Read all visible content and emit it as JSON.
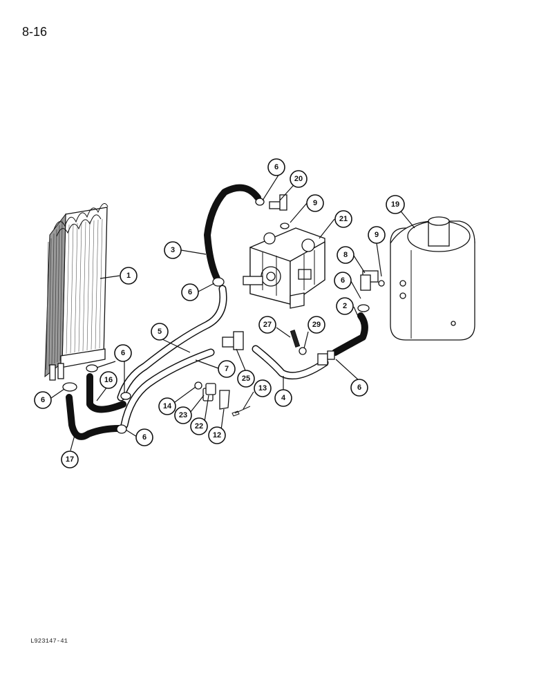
{
  "page": {
    "number": "8-16",
    "reference_code": "L923147-41"
  },
  "callouts": [
    {
      "id": "c1",
      "label": "1"
    },
    {
      "id": "c2",
      "label": "2"
    },
    {
      "id": "c3",
      "label": "3"
    },
    {
      "id": "c4",
      "label": "4"
    },
    {
      "id": "c5",
      "label": "5"
    },
    {
      "id": "c6a",
      "label": "6"
    },
    {
      "id": "c6b",
      "label": "6"
    },
    {
      "id": "c6c",
      "label": "6"
    },
    {
      "id": "c6d",
      "label": "6"
    },
    {
      "id": "c6e",
      "label": "6"
    },
    {
      "id": "c6f",
      "label": "6"
    },
    {
      "id": "c6g",
      "label": "6"
    },
    {
      "id": "c7",
      "label": "7"
    },
    {
      "id": "c8",
      "label": "8"
    },
    {
      "id": "c9a",
      "label": "9"
    },
    {
      "id": "c9b",
      "label": "9"
    },
    {
      "id": "c12",
      "label": "12"
    },
    {
      "id": "c13",
      "label": "13"
    },
    {
      "id": "c14",
      "label": "14"
    },
    {
      "id": "c16",
      "label": "16"
    },
    {
      "id": "c17",
      "label": "17"
    },
    {
      "id": "c19",
      "label": "19"
    },
    {
      "id": "c20",
      "label": "20"
    },
    {
      "id": "c21",
      "label": "21"
    },
    {
      "id": "c22",
      "label": "22"
    },
    {
      "id": "c23",
      "label": "23"
    },
    {
      "id": "c25",
      "label": "25"
    },
    {
      "id": "c27",
      "label": "27"
    },
    {
      "id": "c29",
      "label": "29"
    }
  ]
}
